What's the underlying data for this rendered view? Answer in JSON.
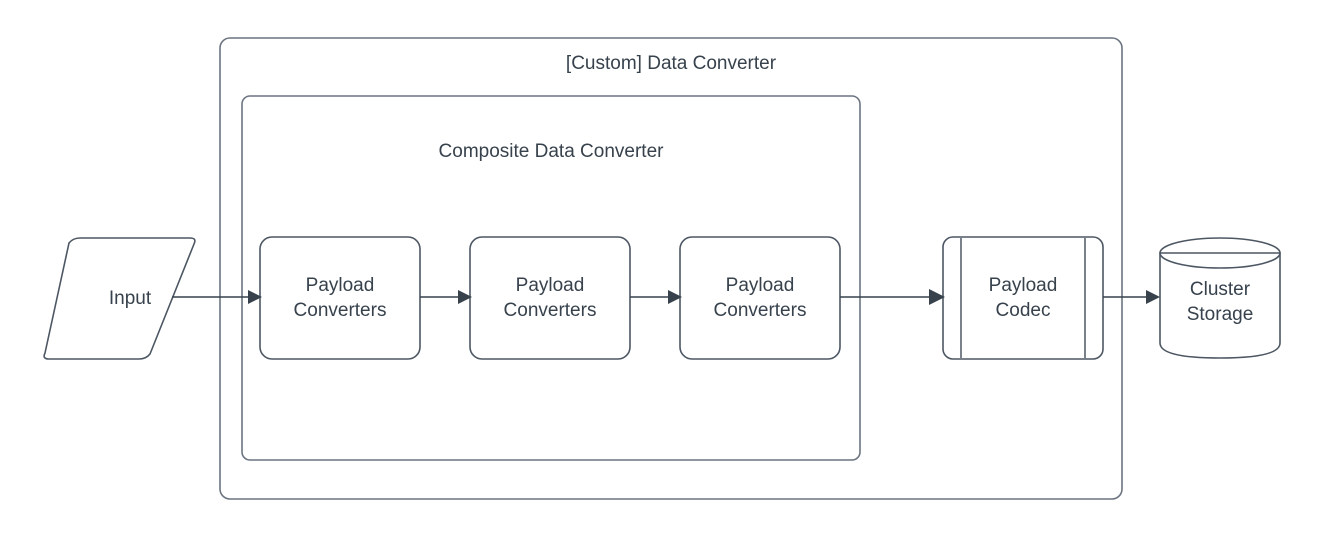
{
  "diagram": {
    "title": "[Custom] Data Converter",
    "background_color": "#ffffff",
    "stroke_color": "#4d5763",
    "text_color": "#37424d",
    "containers": [
      {
        "id": "custom-data-converter",
        "label": "[Custom] Data Converter"
      },
      {
        "id": "composite-data-converter",
        "label": "Composite Data Converter"
      }
    ],
    "nodes": [
      {
        "id": "input",
        "label": "Input",
        "shape": "parallelogram"
      },
      {
        "id": "payload-converters-1",
        "label": "Payload\nConverters",
        "shape": "rounded-rect"
      },
      {
        "id": "payload-converters-2",
        "label": "Payload\nConverters",
        "shape": "rounded-rect"
      },
      {
        "id": "payload-converters-3",
        "label": "Payload\nConverters",
        "shape": "rounded-rect"
      },
      {
        "id": "payload-codec",
        "label": "Payload\nCodec",
        "shape": "predefined-process"
      },
      {
        "id": "cluster-storage",
        "label": "Cluster\nStorage",
        "shape": "cylinder"
      }
    ],
    "edges": [
      {
        "from": "input",
        "to": "payload-converters-1"
      },
      {
        "from": "payload-converters-1",
        "to": "payload-converters-2"
      },
      {
        "from": "payload-converters-2",
        "to": "payload-converters-3"
      },
      {
        "from": "payload-converters-3",
        "to": "payload-codec"
      },
      {
        "from": "payload-codec",
        "to": "cluster-storage"
      }
    ]
  }
}
